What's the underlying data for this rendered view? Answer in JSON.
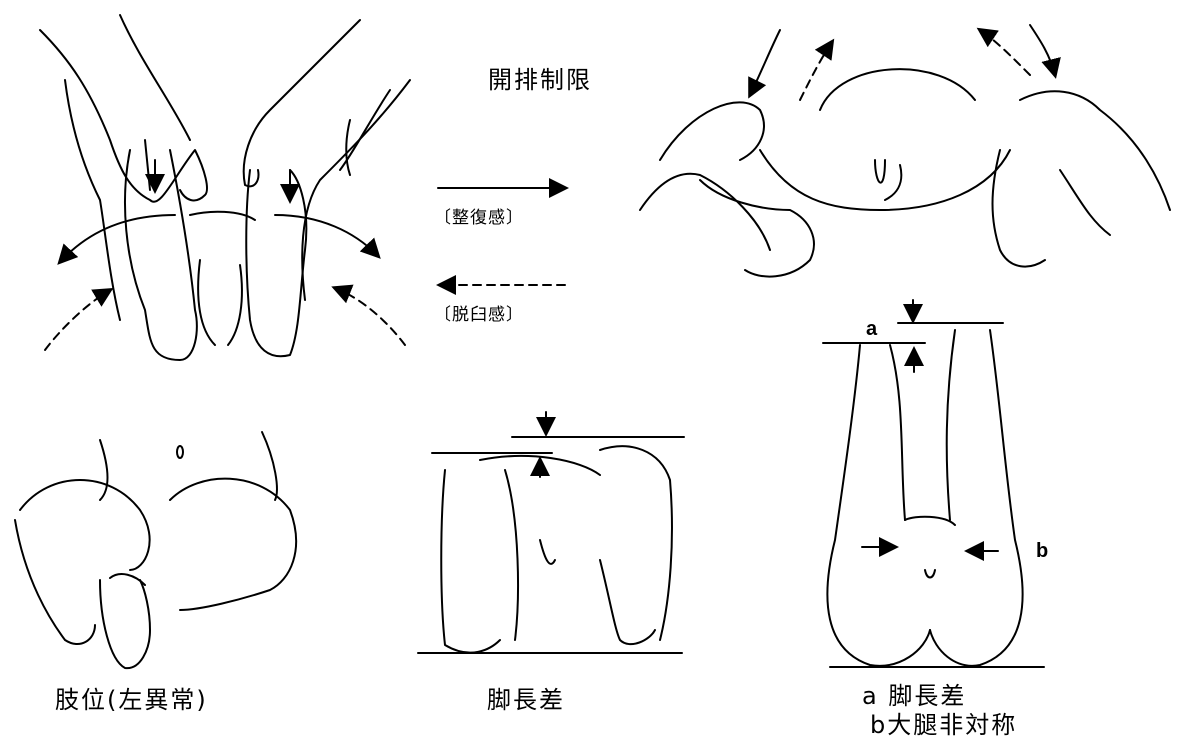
{
  "labels": {
    "abduction_limit": "開排制限",
    "reduction_feel": "〔整復感〕",
    "dislocation_feel": "〔脱臼感〕",
    "limb_position": "肢位(左異常)",
    "leg_length_diff_center": "脚長差",
    "marker_a": "a",
    "marker_b": "b",
    "caption_a": "a 脚長差",
    "caption_b": "b大腿非対称"
  }
}
